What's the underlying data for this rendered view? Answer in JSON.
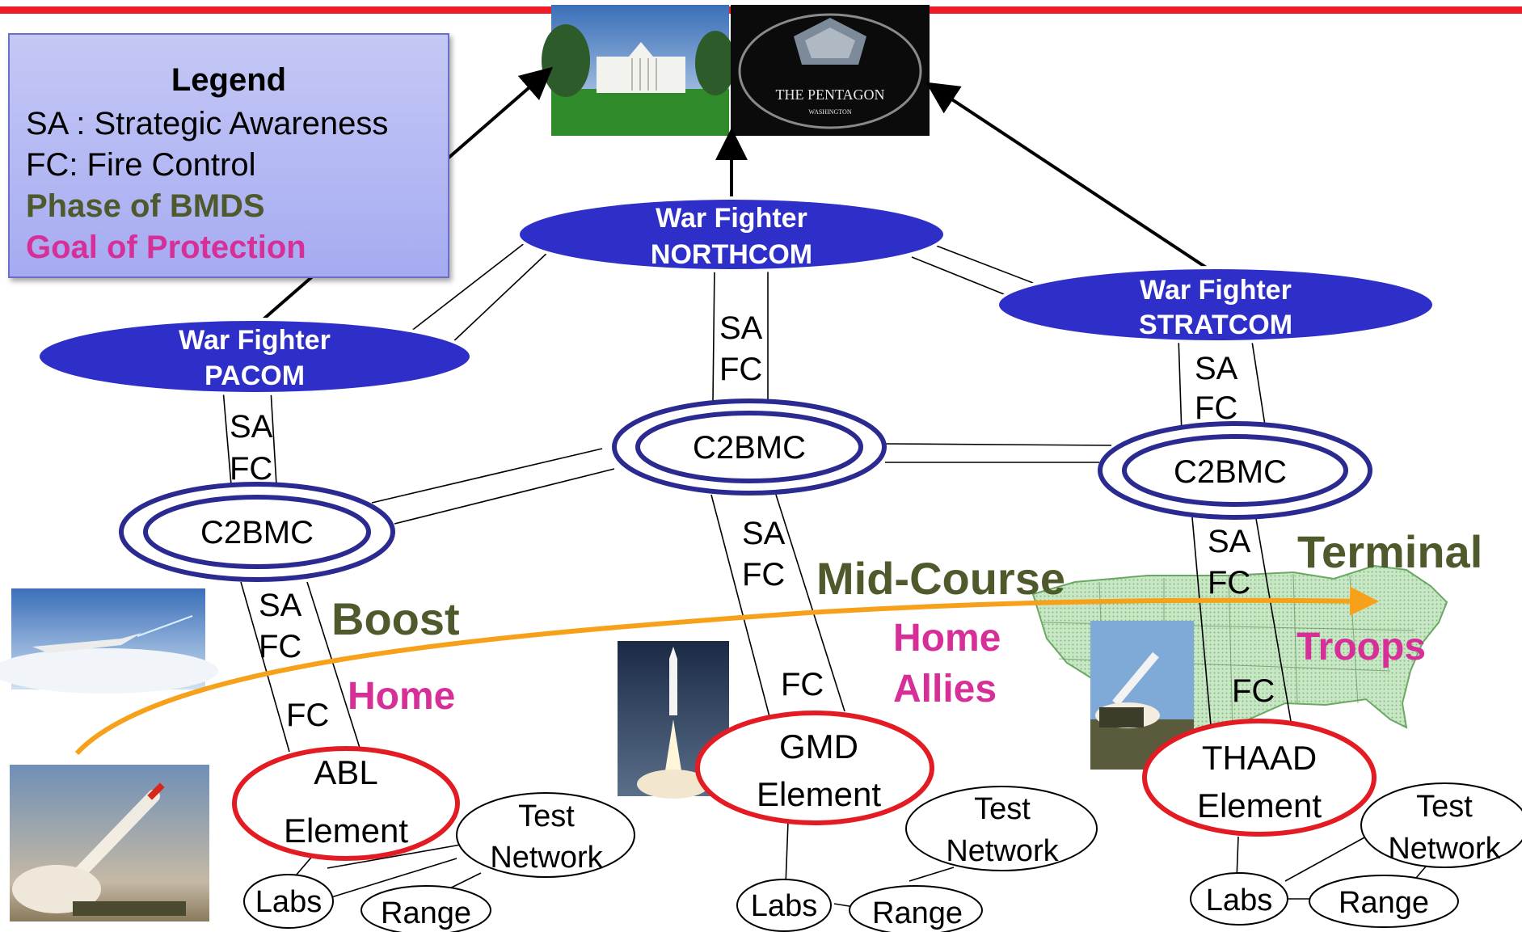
{
  "colors": {
    "header_rule": "#ee1c25",
    "warfighter_fill": "#2e2ec8",
    "c2bmc_ring": "#2a2a90",
    "element_ring": "#e31b23",
    "phase_text": "#4f5a2c",
    "goal_text": "#d62f98",
    "trajectory": "#f7a11a"
  },
  "legend": {
    "title": "Legend",
    "sa": "SA :  Strategic Awareness",
    "fc": "FC:  Fire Control",
    "phase": "Phase of BMDS",
    "goal": "Goal of Protection"
  },
  "images": {
    "white_house": "white-house-photo",
    "pentagon": {
      "caption": "THE PENTAGON",
      "sub": "WASHINGTON"
    }
  },
  "warfighters": [
    {
      "id": "northcom",
      "line1": "War Fighter",
      "line2": "NORTHCOM"
    },
    {
      "id": "pacom",
      "line1": "War Fighter",
      "line2": "PACOM"
    },
    {
      "id": "stratcom",
      "line1": "War Fighter",
      "line2": "STRATCOM"
    }
  ],
  "c2bmc": {
    "label": "C2BMC"
  },
  "links": {
    "sa": "SA",
    "fc": "FC"
  },
  "phases": {
    "boost": "Boost",
    "midcourse": "Mid-Course",
    "terminal": "Terminal"
  },
  "goals": {
    "home": "Home",
    "allies": "Allies",
    "troops": "Troops"
  },
  "elements": {
    "abl": {
      "line1": "ABL",
      "line2": "Element"
    },
    "gmd": {
      "line1": "GMD",
      "line2": "Element"
    },
    "thaad": {
      "line1": "THAAD",
      "line2": "Element"
    }
  },
  "support": {
    "test": "Test",
    "network": "Network",
    "labs": "Labs",
    "range": "Range"
  }
}
